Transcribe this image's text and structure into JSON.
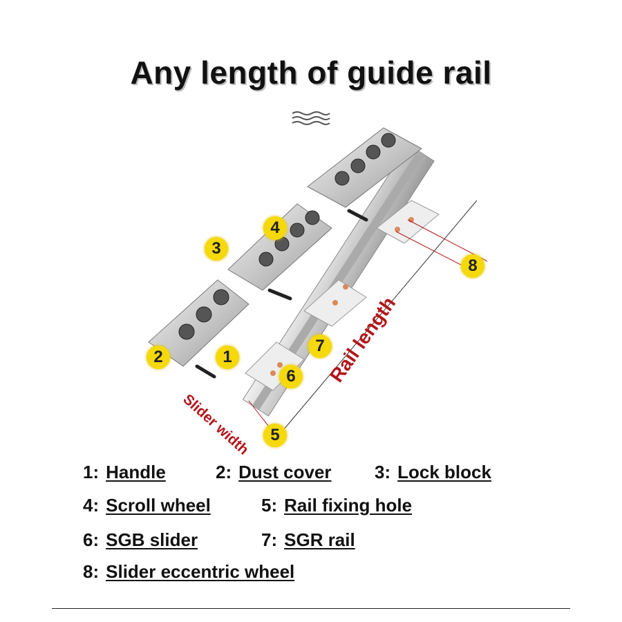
{
  "title": "Any length of guide rail",
  "decor_icon": "wavy-lines-icon",
  "badges": [
    "1",
    "2",
    "3",
    "4",
    "5",
    "6",
    "7",
    "8"
  ],
  "dimension_labels": {
    "rail_length": "Rail length",
    "slider_width": "Slider width"
  },
  "legend": [
    {
      "num": "1:",
      "label": "Handle"
    },
    {
      "num": "2:",
      "label": "Dust cover"
    },
    {
      "num": "3:",
      "label": "Lock block"
    },
    {
      "num": "4:",
      "label": "Scroll wheel"
    },
    {
      "num": "5:",
      "label": "Rail fixing hole"
    },
    {
      "num": "6:",
      "label": "SGB slider"
    },
    {
      "num": "7:",
      "label": "SGR rail"
    },
    {
      "num": "8:",
      "label": "Slider eccentric wheel"
    }
  ],
  "colors": {
    "badge": "#f5d90a",
    "dimension": "#b3161b"
  }
}
